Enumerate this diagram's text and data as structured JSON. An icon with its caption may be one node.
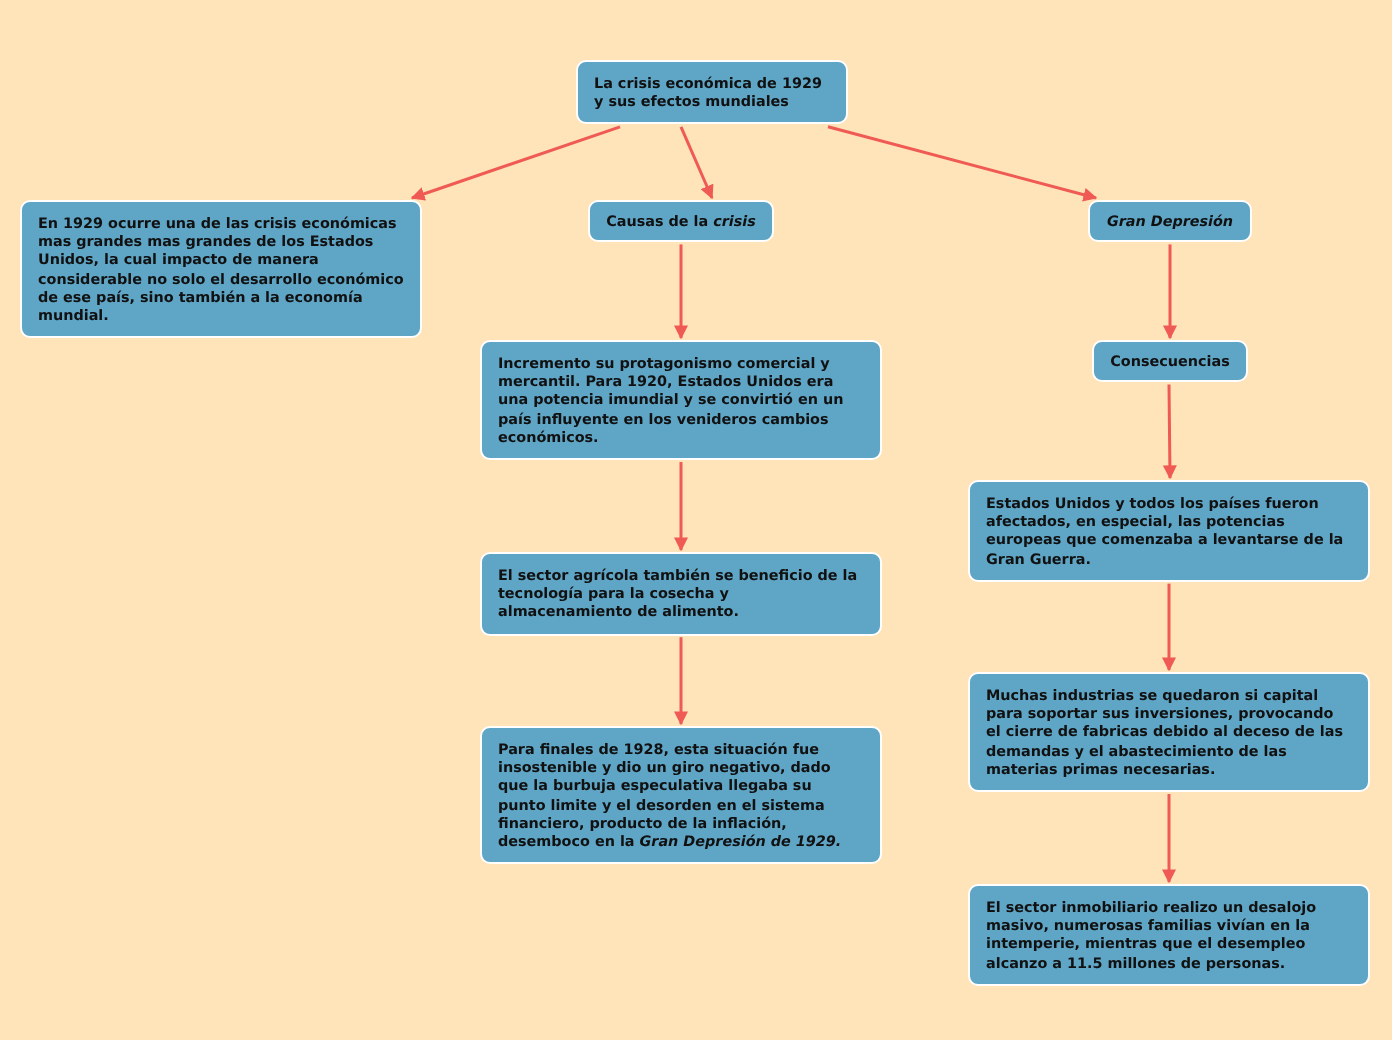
{
  "diagram": {
    "nodes": [
      {
        "text": [
          "La crisis económica de 1929 y sus efectos mundiales"
        ]
      },
      {
        "text": [
          "En 1929 ocurre una de las crisis económicas mas grandes mas grandes de los Estados Unidos, la cual impacto de manera considerable no solo el desarrollo económico de ese país, sino también a la economía mundial."
        ]
      },
      {
        "text": [
          "Causas de la *crisis*"
        ]
      },
      {
        "text": [
          "Gran Depresión"
        ]
      },
      {
        "text": [
          "Incremento su protagonismo comercial y mercantil. Para 1920, Estados Unidos era una potencia imundial y se convirtió en un país influyente en los venideros cambios económicos."
        ]
      },
      {
        "text": [
          "El sector agrícola también se beneficio de la tecnología para la cosecha y almacenamiento de alimento."
        ]
      },
      {
        "text": [
          "Para finales de 1928, esta situación fue insostenible y dio un giro negativo, dado que la burbuja especulativa llegaba su punto limite y el desorden en el sistema financiero, producto de la inflación, desemboco en la *Gran Depresión de 1929.*"
        ]
      },
      {
        "text": [
          "Consecuencias"
        ]
      },
      {
        "text": [
          "Estados Unidos y todos los países fueron afectados, en especial, las potencias europeas que comenzaba a levantarse de la Gran Guerra."
        ]
      },
      {
        "text": [
          "Muchas industrias se quedaron si capital para soportar sus inversiones, provocando el cierre de fabricas debido al deceso de las demandas y el abastecimiento de las materias primas necesarias."
        ]
      },
      {
        "text": [
          "El sector inmobiliario realizo un desalojo masivo, numerosas familias  vivían en la intemperie, mientras que el desempleo alcanzo a 11.5 millones de personas."
        ]
      }
    ],
    "edges": [
      {
        "from": 0,
        "to": 1,
        "arrow": "to"
      },
      {
        "from": 0,
        "to": 2,
        "arrow": "to"
      },
      {
        "from": 0,
        "to": 3,
        "arrow": "to"
      },
      {
        "from": 2,
        "to": 4,
        "arrow": "to"
      },
      {
        "from": 4,
        "to": 5,
        "arrow": "to"
      },
      {
        "from": 5,
        "to": 6,
        "arrow": "to"
      },
      {
        "from": 3,
        "to": 7,
        "arrow": "to"
      },
      {
        "from": 7,
        "to": 8,
        "arrow": "to"
      },
      {
        "from": 8,
        "to": 9,
        "arrow": "to"
      },
      {
        "from": 9,
        "to": 10,
        "arrow": "to"
      }
    ]
  }
}
